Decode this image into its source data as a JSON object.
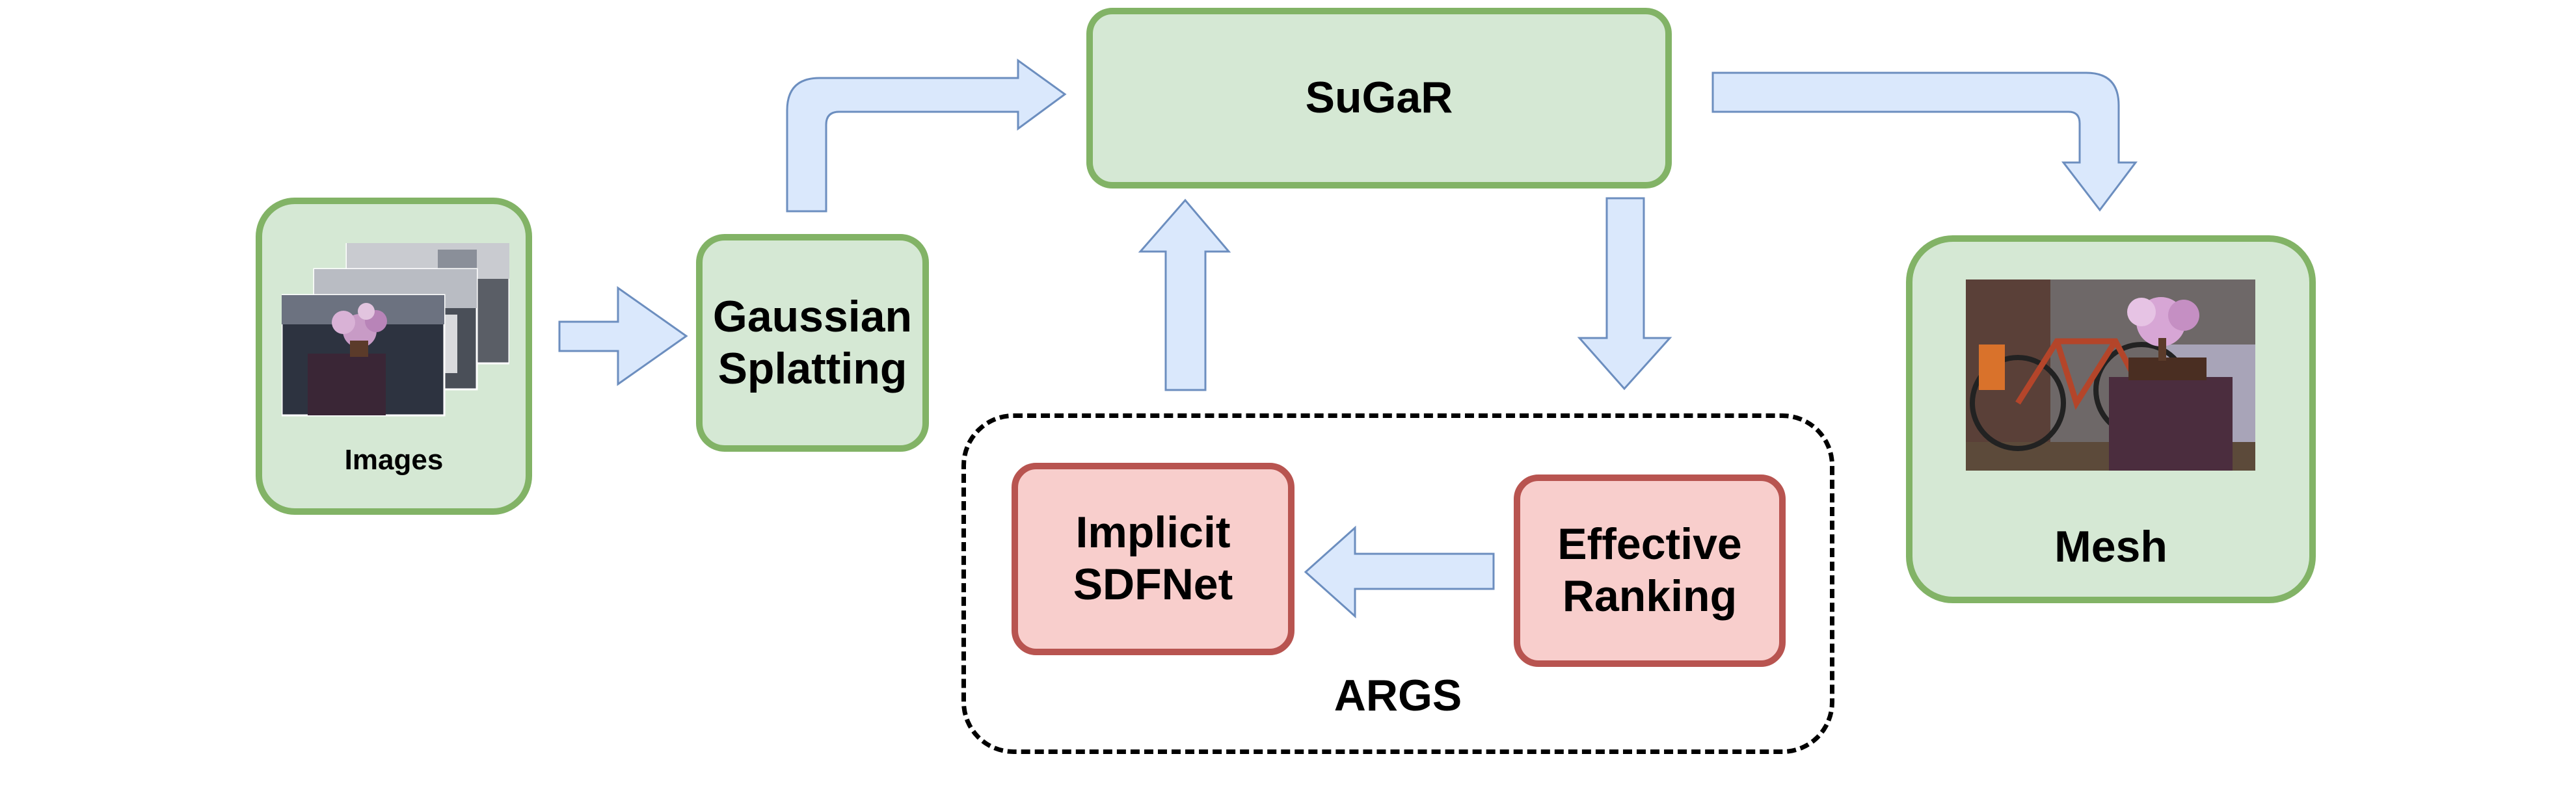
{
  "nodes": {
    "images": {
      "label": "Images"
    },
    "gaussian": {
      "line1": "Gaussian",
      "line2": "Splatting"
    },
    "sugar": {
      "label": "SuGaR"
    },
    "mesh": {
      "label": "Mesh"
    },
    "implicit": {
      "line1": "Implicit",
      "line2": "SDFNet"
    },
    "effective": {
      "line1": "Effective",
      "line2": "Ranking"
    }
  },
  "group": {
    "label": "ARGS"
  },
  "colors": {
    "node_fill": "#d5e8d4",
    "node_border": "#82b366",
    "module_fill": "#f8cecc",
    "module_border": "#b85450",
    "arrow_fill": "#dae8fc",
    "arrow_stroke": "#6c8ebf"
  },
  "icons": [
    "stacked-photo-icon",
    "bicycle-mesh-render-icon"
  ]
}
